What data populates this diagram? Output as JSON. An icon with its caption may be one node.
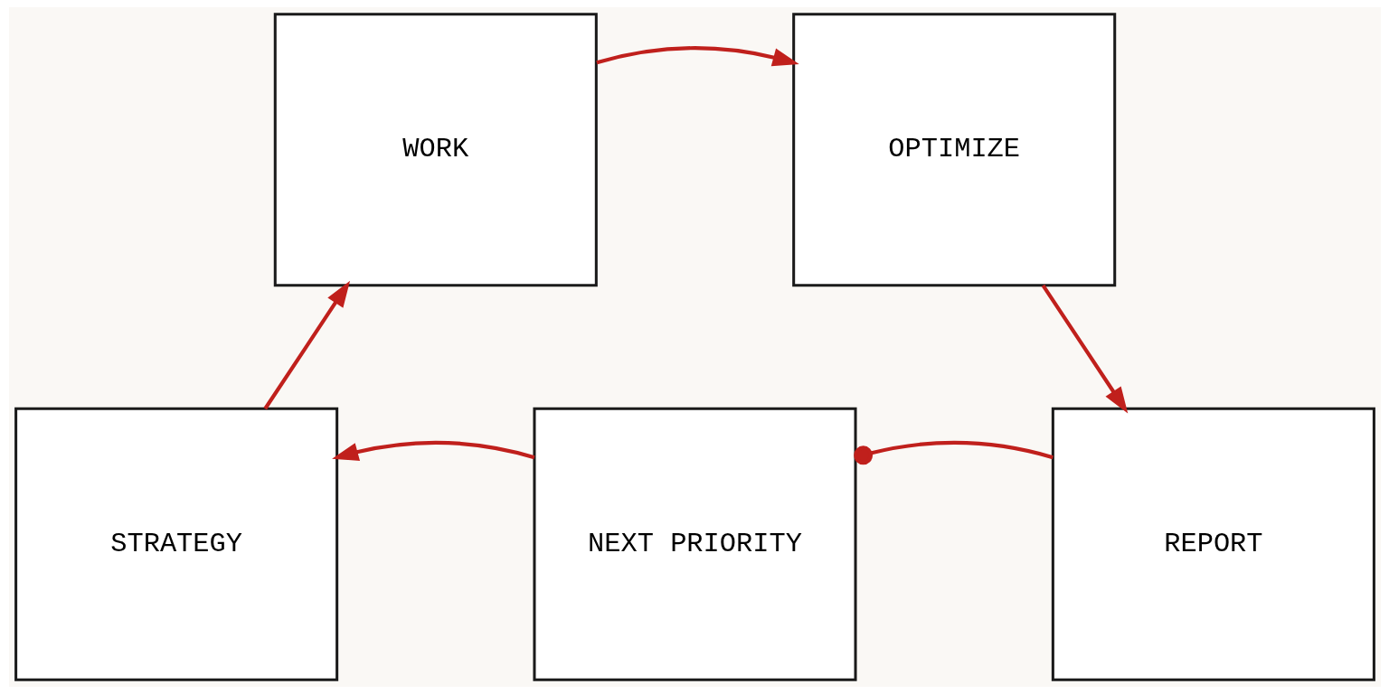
{
  "diagram": {
    "nodes": [
      {
        "text": [
          "WORK"
        ]
      },
      {
        "text": [
          "OPTIMIZE"
        ]
      },
      {
        "text": [
          "NEXT PRIORITY"
        ]
      },
      {
        "text": [
          "STRATEGY"
        ]
      },
      {
        "text": [
          "REPORT"
        ]
      }
    ],
    "edges": [
      {
        "from": 0,
        "to": 1,
        "arrow": "to"
      },
      {
        "from": 1,
        "to": 4,
        "arrow": "to"
      },
      {
        "from": 4,
        "to": 2,
        "arrow": "other"
      },
      {
        "from": 2,
        "to": 3,
        "arrow": "to"
      },
      {
        "from": 3,
        "to": 0,
        "arrow": "to"
      }
    ]
  }
}
